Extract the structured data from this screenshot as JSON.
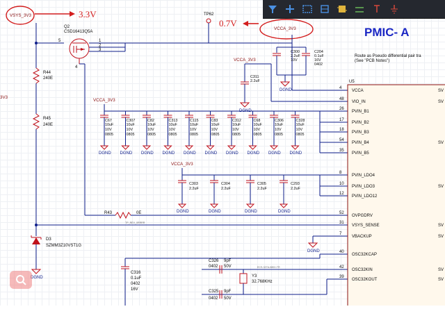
{
  "annotations": {
    "vsys": "3.3V",
    "vcca": "0.7V",
    "title": "PMIC- A"
  },
  "toolbar": {
    "icons": [
      "filter-icon",
      "crosshair-add-icon",
      "select-rect-icon",
      "wire-tool-icon",
      "component-icon",
      "net-label-icon",
      "power-port-icon",
      "ground-icon"
    ]
  },
  "nets": {
    "vsys": "VSYS_3V3",
    "vcca_top": "VCCA_3V3",
    "vcca_mid": "VCCA_3V3",
    "vcca_row": "VCCA_3V3",
    "vcca_ldo": "VCCA_3V3",
    "left_edge": "3V3",
    "tp": "TP62",
    "dgnd": "DGND"
  },
  "route_note": {
    "line1": "Route as Pseudo differential pair tra",
    "line2": "(See \"PCB Notes\")"
  },
  "q2": {
    "ref": "Q2",
    "part": "CSD16413Q5A",
    "pins": [
      "5",
      "1",
      "2",
      "3",
      "4"
    ]
  },
  "resistors": {
    "r44": {
      "ref": "R44",
      "value": "240E"
    },
    "r45": {
      "ref": "R45",
      "value": "240E"
    },
    "r43": {
      "ref": "R43",
      "value": "0E"
    }
  },
  "d3": {
    "ref": "D3",
    "part": "SZMM3Z10VST1G"
  },
  "caps_top": [
    {
      "ref": "C300",
      "v1": "2.2uF",
      "v2": "10V"
    },
    {
      "ref": "C204",
      "v1": "0.1uF",
      "v2": "16V",
      "v3": "0402"
    }
  ],
  "c311": {
    "ref": "C311",
    "value": "2.2uF"
  },
  "caps_row": [
    {
      "ref": "C67",
      "value": "10uF",
      "volt": "10V",
      "pkg": "0805"
    },
    {
      "ref": "C307",
      "value": "10uF",
      "volt": "10V",
      "pkg": "0805"
    },
    {
      "ref": "C82",
      "value": "10uF",
      "volt": "10V",
      "pkg": "0805"
    },
    {
      "ref": "C313",
      "value": "10uF",
      "volt": "10V",
      "pkg": "0805"
    },
    {
      "ref": "C115",
      "value": "10uF",
      "volt": "10V",
      "pkg": "0805"
    },
    {
      "ref": "C83",
      "value": "10uF",
      "volt": "10V",
      "pkg": "0805"
    },
    {
      "ref": "C312",
      "value": "10uF",
      "volt": "10V",
      "pkg": "0805"
    },
    {
      "ref": "C68",
      "value": "10uF",
      "volt": "10V",
      "pkg": "0805"
    },
    {
      "ref": "C306",
      "value": "10uF",
      "volt": "10V",
      "pkg": "0805"
    },
    {
      "ref": "C328",
      "value": "10uF",
      "volt": "10V",
      "pkg": "0805"
    }
  ],
  "caps_ldo": [
    {
      "ref": "C303",
      "value": "2.2uF"
    },
    {
      "ref": "C304",
      "value": "2.2uF"
    },
    {
      "ref": "C305",
      "value": "2.2uF"
    },
    {
      "ref": "C293",
      "value": "2.2uF"
    }
  ],
  "c316": {
    "ref": "C316",
    "value": "0.1uF",
    "pkg": "0402",
    "volt": "16V"
  },
  "c326": {
    "ref": "C326",
    "value": "9pF",
    "pkg": "0402",
    "volt": "50V"
  },
  "c325": {
    "ref": "C325",
    "value": "9pF",
    "pkg": "0402",
    "volt": "50V"
  },
  "y3": {
    "ref": "Y3",
    "freq": "32.768KHz"
  },
  "u5": {
    "ref": "U5",
    "pins": [
      {
        "num": "4",
        "name": "VCCA"
      },
      {
        "num": "48",
        "name": "VIO_IN"
      },
      {
        "num": "26",
        "name": "PVIN_B1"
      },
      {
        "num": "17",
        "name": "PVIN_B2"
      },
      {
        "num": "18",
        "name": "PVIN_B3"
      },
      {
        "num": "54",
        "name": "PVIN_B4"
      },
      {
        "num": "35",
        "name": "PVIN_B5"
      },
      {
        "num": "8",
        "name": "PVIN_LDO4"
      },
      {
        "num": "10",
        "name": "PVIN_LDO3"
      },
      {
        "num": "12",
        "name": "PVIN_LDO12"
      },
      {
        "num": "52",
        "name": "OVPGDRV"
      },
      {
        "num": "31",
        "name": "VSYS_SENSE"
      },
      {
        "num": "7",
        "name": "VBACKUP"
      },
      {
        "num": "40",
        "name": "OSC32KCAP"
      },
      {
        "num": "42",
        "name": "OSC32KIN"
      },
      {
        "num": "39",
        "name": "OSC32KOUT"
      }
    ],
    "right_stub": "SV"
  }
}
